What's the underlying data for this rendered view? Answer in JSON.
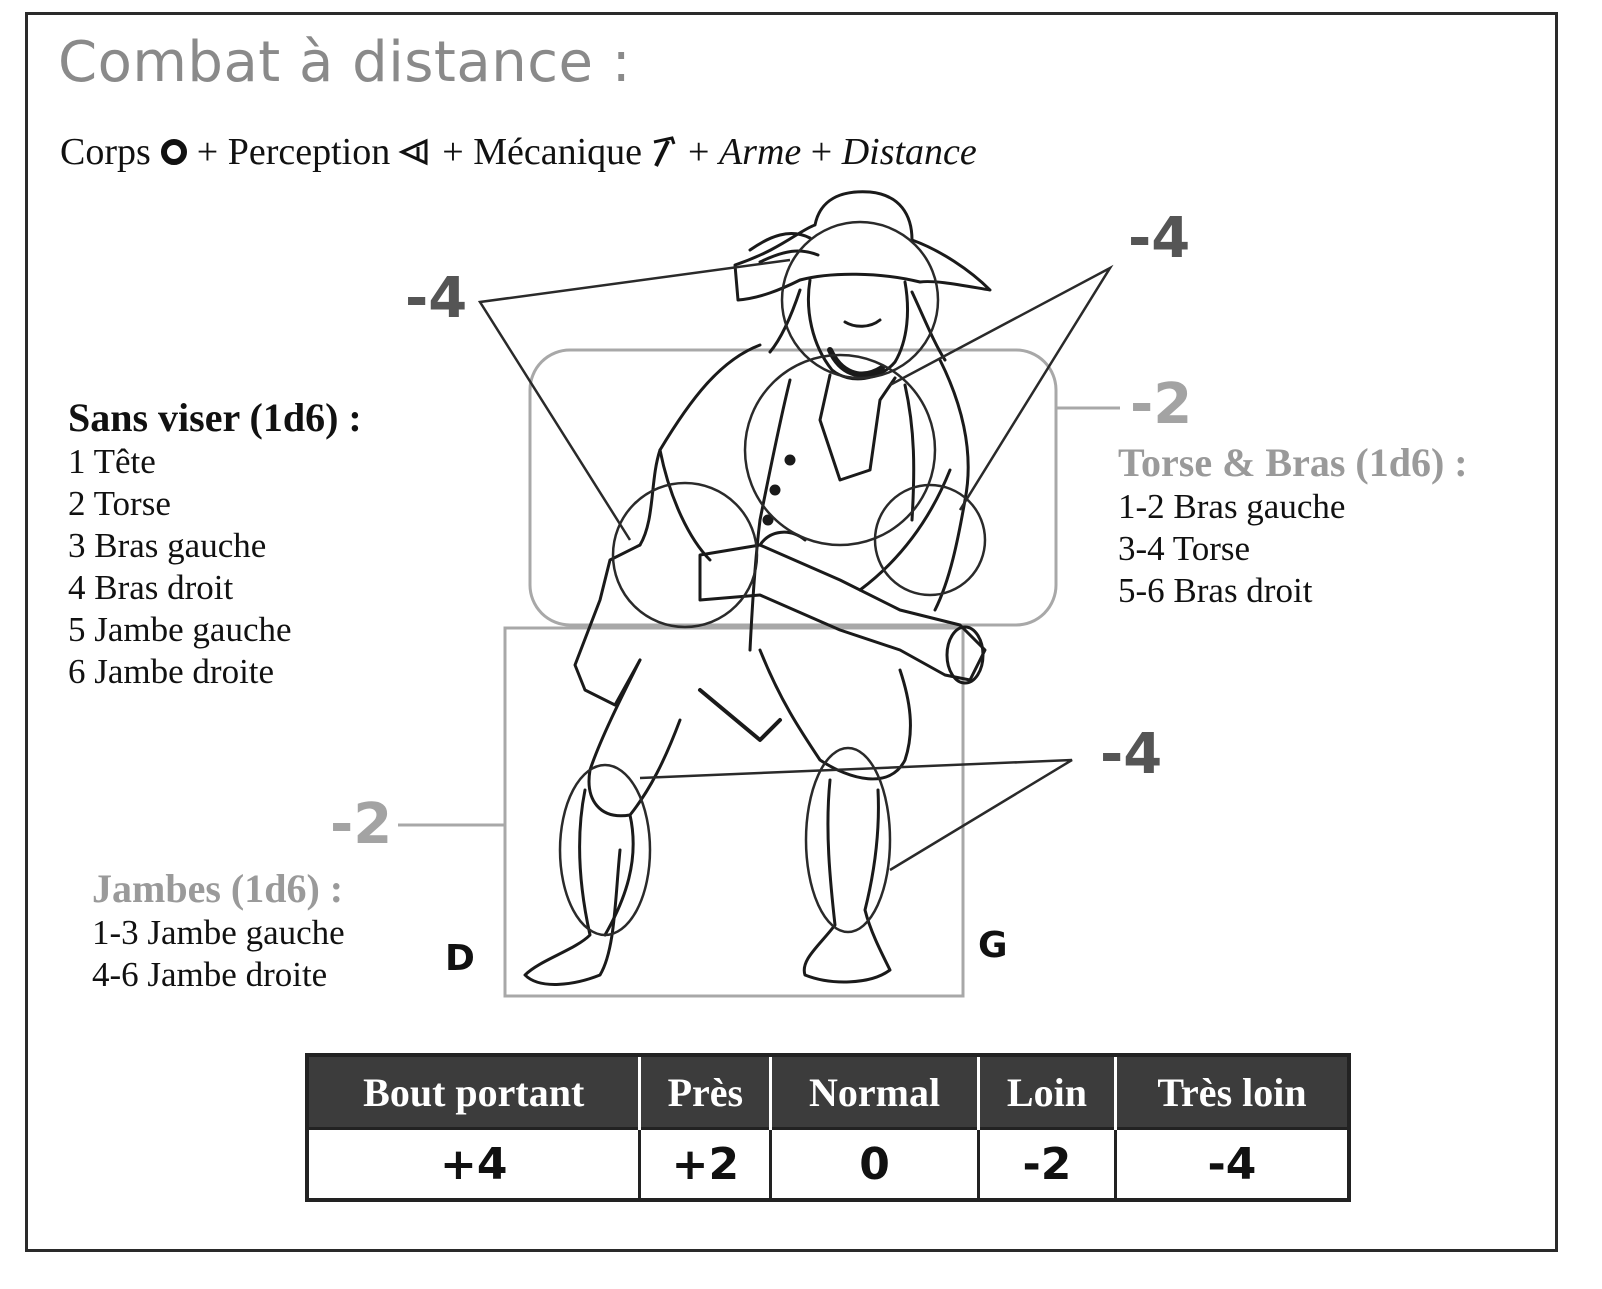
{
  "title": "Combat à distance :",
  "formula": {
    "corps": "Corps",
    "plus": "+",
    "perception": "Perception",
    "mecanique": "Mécanique",
    "arme": "Arme",
    "distance": "Distance"
  },
  "sans_viser": {
    "heading": "Sans viser (1d6) :",
    "items": [
      "1 Tête",
      "2 Torse",
      "3 Bras gauche",
      "4 Bras droit",
      "5 Jambe gauche",
      "6 Jambe droite"
    ]
  },
  "torse_bras": {
    "heading": "Torse & Bras (1d6) :",
    "items": [
      "1-2 Bras gauche",
      "3-4 Torse",
      "5-6 Bras droit"
    ]
  },
  "jambes": {
    "heading": "Jambes (1d6) :",
    "items": [
      "1-3 Jambe gauche",
      "4-6 Jambe droite"
    ]
  },
  "modifiers": {
    "head_left": "-4",
    "arms_right": "-4",
    "torso_zone": "-2",
    "legs_zone": "-2",
    "legs_right": "-4"
  },
  "sides": {
    "right_side": "D",
    "left_side": "G"
  },
  "distance_table": {
    "headers": [
      "Bout portant",
      "Près",
      "Normal",
      "Loin",
      "Très loin"
    ],
    "values": [
      "+4",
      "+2",
      "0",
      "-2",
      "-4"
    ]
  }
}
